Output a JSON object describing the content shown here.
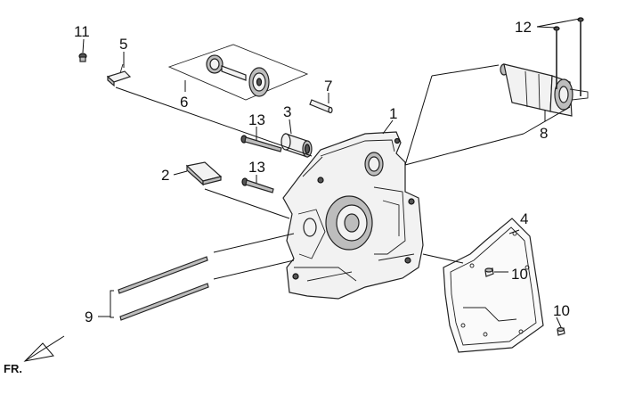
{
  "diagram": {
    "orientation_label": "FR.",
    "callouts": [
      {
        "id": "c1",
        "text": "1"
      },
      {
        "id": "c2",
        "text": "2"
      },
      {
        "id": "c3",
        "text": "3"
      },
      {
        "id": "c4",
        "text": "4"
      },
      {
        "id": "c5",
        "text": "5"
      },
      {
        "id": "c6",
        "text": "6"
      },
      {
        "id": "c7",
        "text": "7"
      },
      {
        "id": "c8",
        "text": "8"
      },
      {
        "id": "c9",
        "text": "9"
      },
      {
        "id": "c10a",
        "text": "10"
      },
      {
        "id": "c10b",
        "text": "10"
      },
      {
        "id": "c11",
        "text": "11"
      },
      {
        "id": "c12",
        "text": "12"
      },
      {
        "id": "c13a",
        "text": "13"
      },
      {
        "id": "c13b",
        "text": "13"
      }
    ]
  }
}
